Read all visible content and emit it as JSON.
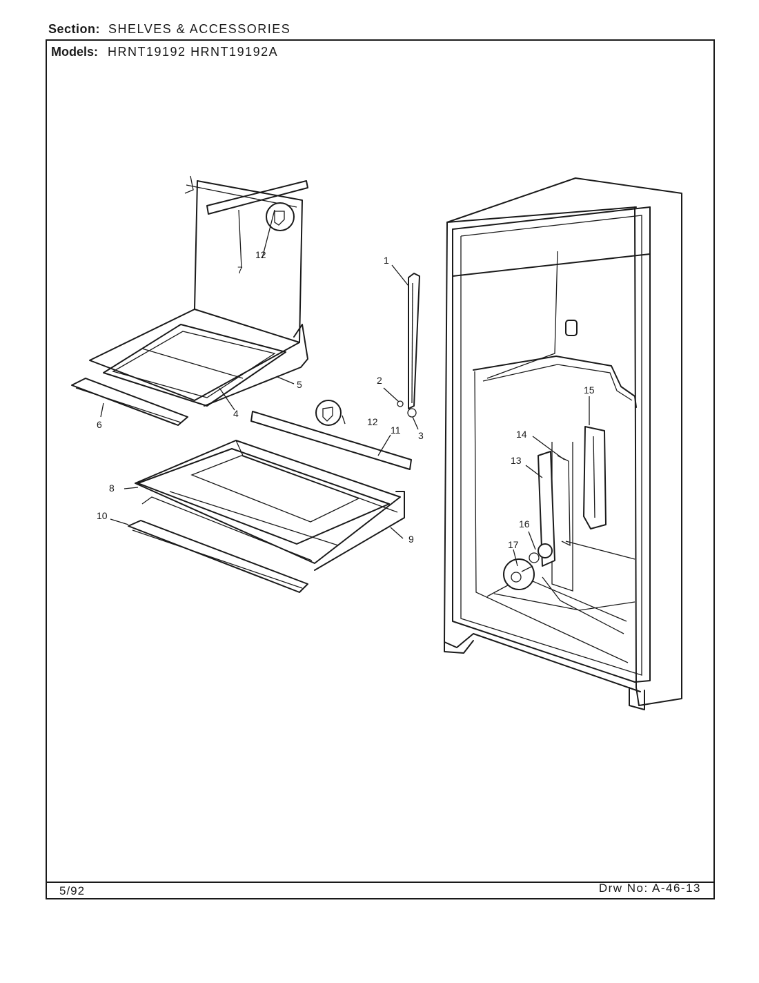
{
  "header": {
    "section_label": "Section:",
    "section_value": "SHELVES & ACCESSORIES",
    "models_label": "Models:",
    "models_value": "HRNT19192   HRNT19192A"
  },
  "footer": {
    "date": "5/92",
    "drawing_number": "Drw No: A-46-13"
  },
  "callouts": {
    "c1": "1",
    "c2": "2",
    "c3": "3",
    "c4": "4",
    "c5": "5",
    "c6": "6",
    "c7": "7",
    "c8": "8",
    "c9": "9",
    "c10": "10",
    "c11": "11",
    "c12a": "12",
    "c12b": "12",
    "c13": "13",
    "c14": "14",
    "c15": "15",
    "c16": "16",
    "c17": "17"
  }
}
